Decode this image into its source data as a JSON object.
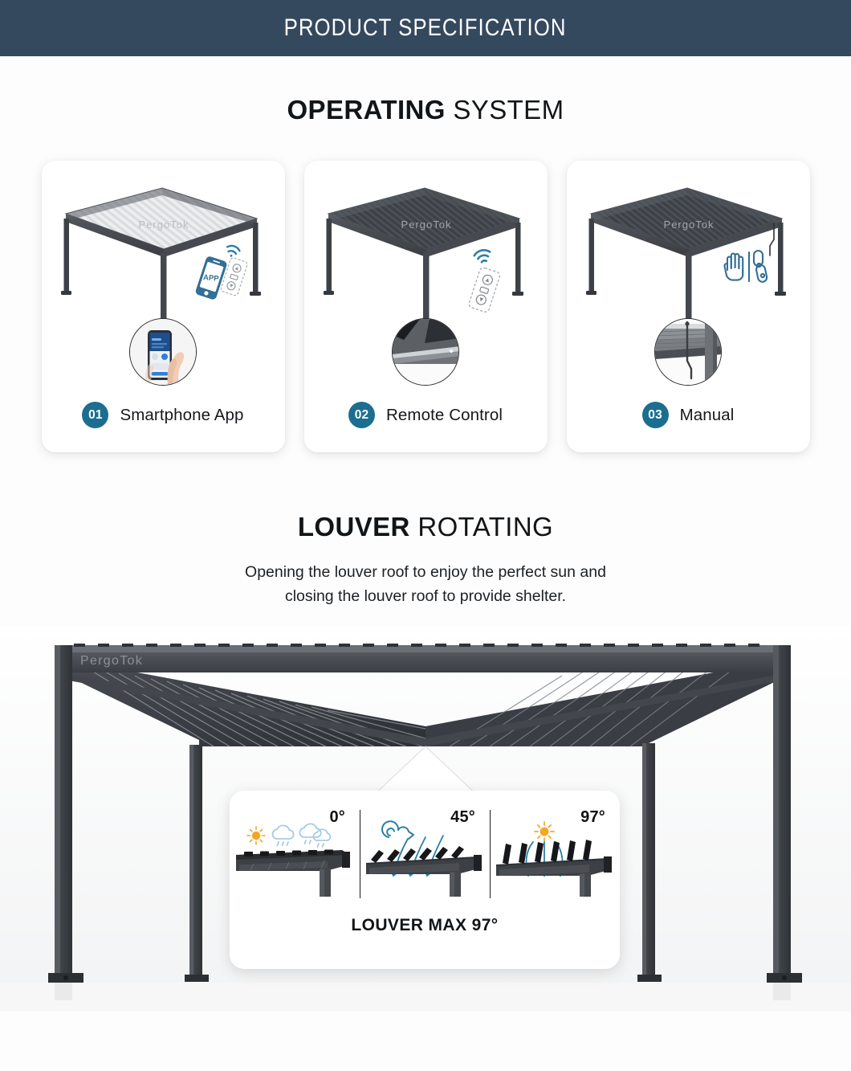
{
  "banner": {
    "title": "PRODUCT SPECIFICATION",
    "bg": "#35495e",
    "fg": "#ffffff"
  },
  "operating_system": {
    "title_bold": "OPERATING",
    "title_light": " SYSTEM",
    "brand": "PergoTok",
    "badge_color": "#1b6e8f",
    "cards": [
      {
        "number": "01",
        "label": "Smartphone App",
        "icon": "smartphone-app-icon",
        "phone_text": "APP",
        "inset": "hand-holding-phone-photo"
      },
      {
        "number": "02",
        "label": "Remote Control",
        "icon": "remote-control-icon",
        "phone_text": "",
        "inset": "louver-closeup-photo"
      },
      {
        "number": "03",
        "label": "Manual",
        "icon": "hand-crank-icon",
        "phone_text": "",
        "inset": "manual-crank-photo"
      }
    ]
  },
  "louver": {
    "title_bold": "LOUVER",
    "title_light": " ROTATING",
    "description_line1": "Opening the louver roof to enjoy the perfect sun and",
    "description_line2": "closing the louver roof to provide shelter.",
    "brand": "PergoTok",
    "angles": [
      {
        "degree": "0°",
        "state": "closed",
        "weather_icons": "sun-cloud-rain"
      },
      {
        "degree": "45°",
        "state": "half-open",
        "weather_icons": "wind-swirl"
      },
      {
        "degree": "97°",
        "state": "max-open",
        "weather_icons": "sun-airflow"
      }
    ],
    "panel_footer": "LOUVER MAX 97°",
    "accent_blue": "#2a7fa8",
    "sun_color": "#f5a623",
    "frame_color": "#3a3d42"
  }
}
